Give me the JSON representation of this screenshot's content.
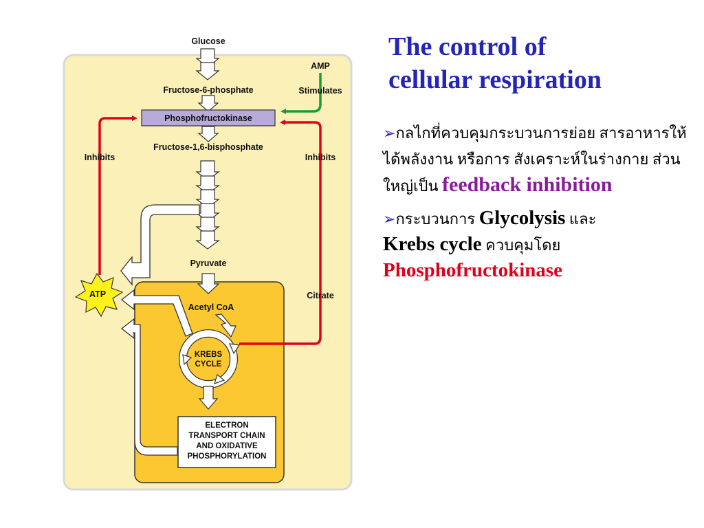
{
  "title": {
    "line1": "The control of",
    "line2": "cellular respiration"
  },
  "bullets": [
    {
      "marker": "➢",
      "text": "กลไกที่ควบคุมกระบวนการย่อย สารอาหารให้ได้พลังงาน หรือการ สังเคราะห์ในร่างกาย ส่วนใหญ่เป็น ",
      "highlight": "feedback inhibition",
      "highlight_color": "#8b1a9e"
    },
    {
      "marker": "➢",
      "text_a": "กระบวนการ ",
      "term1": "Glycolysis",
      "text_b": " และ ",
      "term2": "Krebs cycle",
      "text_c": " ควบคุมโดย ",
      "highlight": "Phosphofructokinase",
      "highlight_color": "#e0001b"
    }
  ],
  "diagram": {
    "glucose": "Glucose",
    "f6p": "Fructose-6-phosphate",
    "enzyme": "Phosphofructokinase",
    "f16bp": "Fructose-1,6-bisphosphate",
    "pyruvate": "Pyruvate",
    "acetyl_coa": "Acetyl CoA",
    "krebs_line1": "KREBS",
    "krebs_line2": "CYCLE",
    "etc_lines": [
      "ELECTRON",
      "TRANSPORT CHAIN",
      "AND OXIDATIVE",
      "PHOSPHORYLATION"
    ],
    "amp": "AMP",
    "stimulates": "Stimulates",
    "inhibits_left": "Inhibits",
    "inhibits_right": "Inhibits",
    "citrate": "Citrate",
    "atp": "ATP",
    "colors": {
      "panel": "#fbf0b8",
      "mito": "#fbc832",
      "enzyme_box": "#b9abd9",
      "inhibit": "#e0001b",
      "stimulate": "#1a9a3a",
      "atp_burst": "#fff21a"
    }
  }
}
